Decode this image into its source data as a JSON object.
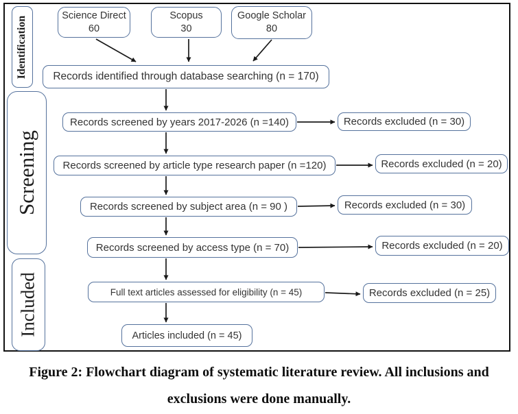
{
  "diagram": {
    "phases": [
      {
        "label": "Identification"
      },
      {
        "label": "Screening"
      },
      {
        "label": "Included"
      }
    ],
    "sources": [
      {
        "name": "Science Direct",
        "count": "60"
      },
      {
        "name": "Scopus",
        "count": "30"
      },
      {
        "name": "Google Scholar",
        "count": "80"
      }
    ],
    "flow": {
      "identified": "Records identified through database searching (n = 170)",
      "screened_years": "Records screened by years 2017-2026 (n =140)",
      "screened_article_type": "Records screened by article type research paper (n =120)",
      "screened_subject_area": "Records screened by subject area (n = 90 )",
      "screened_access_type": "Records screened by access type (n = 70)",
      "full_text_assessed": "Full text articles assessed for eligibility (n = 45)",
      "articles_included": "Articles included (n = 45)"
    },
    "excluded": [
      "Records excluded (n = 30)",
      "Records excluded (n = 20)",
      "Records excluded (n = 30)",
      "Records excluded (n = 20)",
      "Records excluded (n = 25)"
    ]
  },
  "caption": {
    "line1": "Figure 2: Flowchart diagram of systematic literature review. All inclusions and",
    "line2": "exclusions were done manually."
  },
  "colors": {
    "box_border": "#54719c",
    "frame_border": "#111111",
    "box_text": "#333333",
    "arrow": "#1a1a1a"
  }
}
